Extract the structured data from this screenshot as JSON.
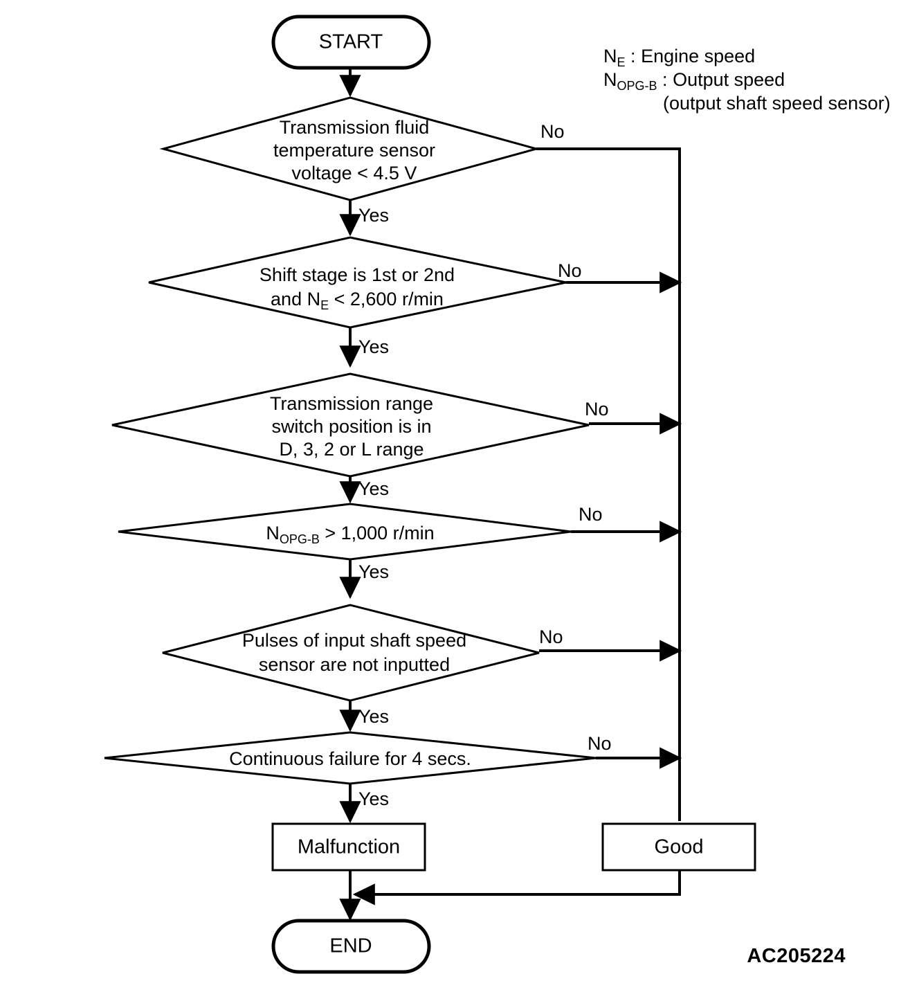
{
  "diagram": {
    "title_code": "AC205224",
    "legend": [
      {
        "symbol": "N",
        "subscript": "E",
        "separator": ":",
        "definition": "Engine speed"
      },
      {
        "symbol": "N",
        "subscript": "OPG-B",
        "separator": ":",
        "definition": "Output speed"
      },
      {
        "symbol": "",
        "subscript": "",
        "separator": "",
        "definition": "(output shaft speed sensor)"
      }
    ],
    "nodes": {
      "start": {
        "label": "START",
        "type": "terminator"
      },
      "end": {
        "label": "END",
        "type": "terminator"
      },
      "malfunction": {
        "label": "Malfunction",
        "type": "process"
      },
      "good": {
        "label": "Good",
        "type": "process"
      }
    },
    "decisions": [
      {
        "id": "decision-fluid-temp-voltage",
        "lines": [
          "Transmission fluid",
          "temperature sensor",
          "voltage < 4.5 V"
        ],
        "yes_label": "Yes",
        "no_label": "No"
      },
      {
        "id": "decision-shift-stage",
        "lines": [
          "Shift stage is 1st or 2nd",
          "and N|E| < 2,600 r/min"
        ],
        "yes_label": "Yes",
        "no_label": "No"
      },
      {
        "id": "decision-range-switch",
        "lines": [
          "Transmission range",
          "switch position is in",
          "D, 3, 2 or L range"
        ],
        "yes_label": "Yes",
        "no_label": "No"
      },
      {
        "id": "decision-output-speed",
        "lines": [
          "N|OPG-B| > 1,000 r/min"
        ],
        "yes_label": "Yes",
        "no_label": "No"
      },
      {
        "id": "decision-input-pulses",
        "lines": [
          "Pulses of input shaft speed",
          "sensor are not inputted"
        ],
        "yes_label": "Yes",
        "no_label": "No"
      },
      {
        "id": "decision-continuous-failure",
        "lines": [
          "Continuous failure for 4 secs."
        ],
        "yes_label": "Yes",
        "no_label": "No"
      }
    ],
    "colors": {
      "stroke": "#000000",
      "fill": "#ffffff",
      "text": "#000000"
    }
  }
}
